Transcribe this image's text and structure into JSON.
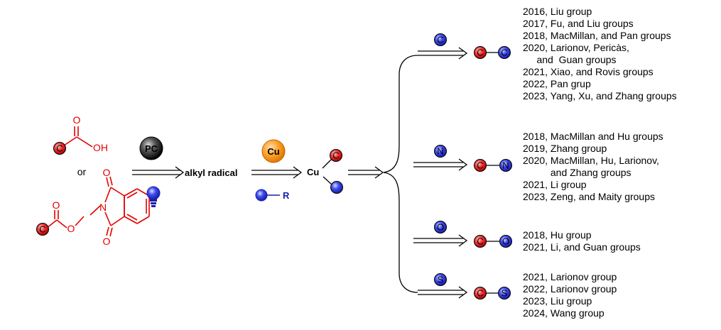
{
  "start": {
    "acid_O": "O",
    "acid_OH": "OH",
    "acid_C": "C",
    "or_text": "or",
    "ester_C": "C",
    "ester_O_carbonyl": "O",
    "ester_O_link": "O",
    "nhpi_N": "N",
    "nhpi_O_top": "O",
    "nhpi_O_bottom": "O"
  },
  "step1": {
    "catalyst": "PC",
    "product": "alkyl radical"
  },
  "step2": {
    "catalyst": "Cu",
    "reagent_R": "R",
    "complex_Cu": "Cu",
    "complex_C": "C"
  },
  "branches": [
    {
      "reagent": "C",
      "product_left": "C",
      "product_right": "C",
      "refs": [
        "2016, Liu group",
        "2017, Fu, and Liu groups",
        "2018, MacMillan, and Pan groups",
        "2020, Larionov, Pericàs,",
        "     and  Guan groups",
        "2021, Xiao, and Rovis groups",
        "2022, Pan grup",
        "2023, Yang, Xu, and Zhang groups"
      ]
    },
    {
      "reagent": "N",
      "product_left": "C",
      "product_right": "N",
      "refs": [
        "2018, MacMillan and Hu groups",
        "2019, Zhang group",
        "2020, MacMillan, Hu, Larionov,",
        "          and Zhang groups",
        "2021, Li group",
        "2023, Zeng, and Maity groups"
      ]
    },
    {
      "reagent": "O",
      "product_left": "C",
      "product_right": "O",
      "refs": [
        "2018, Hu group",
        "2021, Li, and Guan groups"
      ]
    },
    {
      "reagent": "S",
      "product_left": "C",
      "product_right": "S",
      "refs": [
        "2021, Larionov group",
        "2022, Larionov group",
        "2023, Liu group",
        "2024, Wang group"
      ]
    }
  ]
}
